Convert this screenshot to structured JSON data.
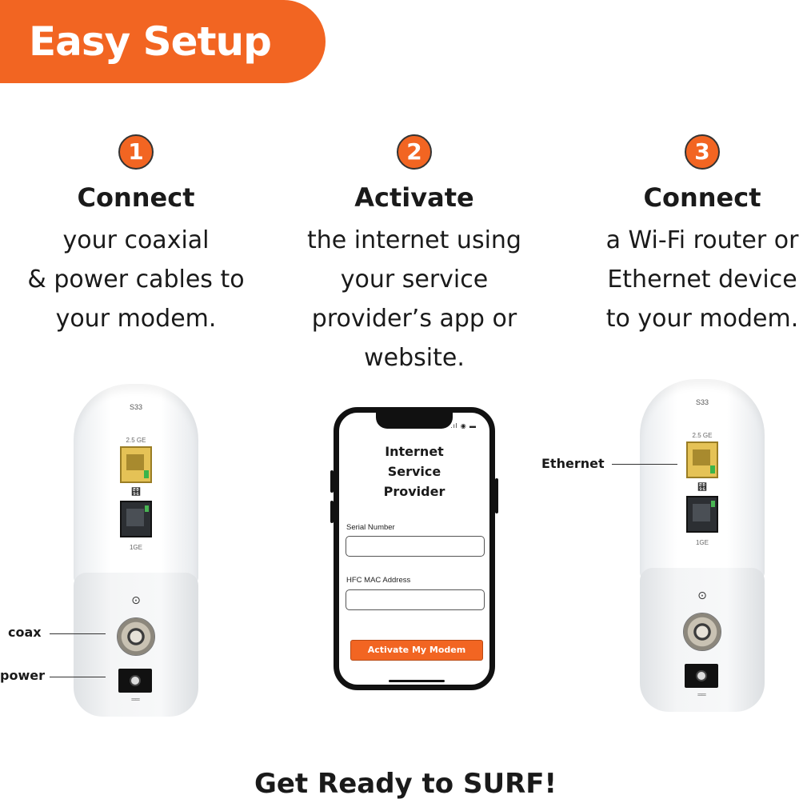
{
  "banner": {
    "title": "Easy Setup"
  },
  "steps": [
    {
      "number": "1",
      "title": "Connect",
      "lines": [
        "your coaxial",
        "& power cables to",
        "your modem."
      ]
    },
    {
      "number": "2",
      "title": "Activate",
      "lines": [
        "the internet using",
        "your service",
        "provider’s app or",
        "website."
      ]
    },
    {
      "number": "3",
      "title": "Connect",
      "lines": [
        "a Wi-Fi router or",
        "Ethernet device",
        "to your modem."
      ]
    }
  ],
  "modem": {
    "model": "S33",
    "port_25_label": "2.5 GE",
    "port_1g_label": "1GE"
  },
  "callouts": {
    "coax": "coax",
    "power": "power",
    "ethernet": "Ethernet"
  },
  "phone_app": {
    "title_lines": [
      "Internet",
      "Service",
      "Provider"
    ],
    "serial_label": "Serial Number",
    "mac_label": "HFC MAC Address",
    "button_label": "Activate My Modem"
  },
  "footer": {
    "text": "Get Ready to SURF!"
  },
  "colors": {
    "accent": "#f26522"
  },
  "icons": [
    "network-icon",
    "power-symbol-icon",
    "status-icons"
  ]
}
